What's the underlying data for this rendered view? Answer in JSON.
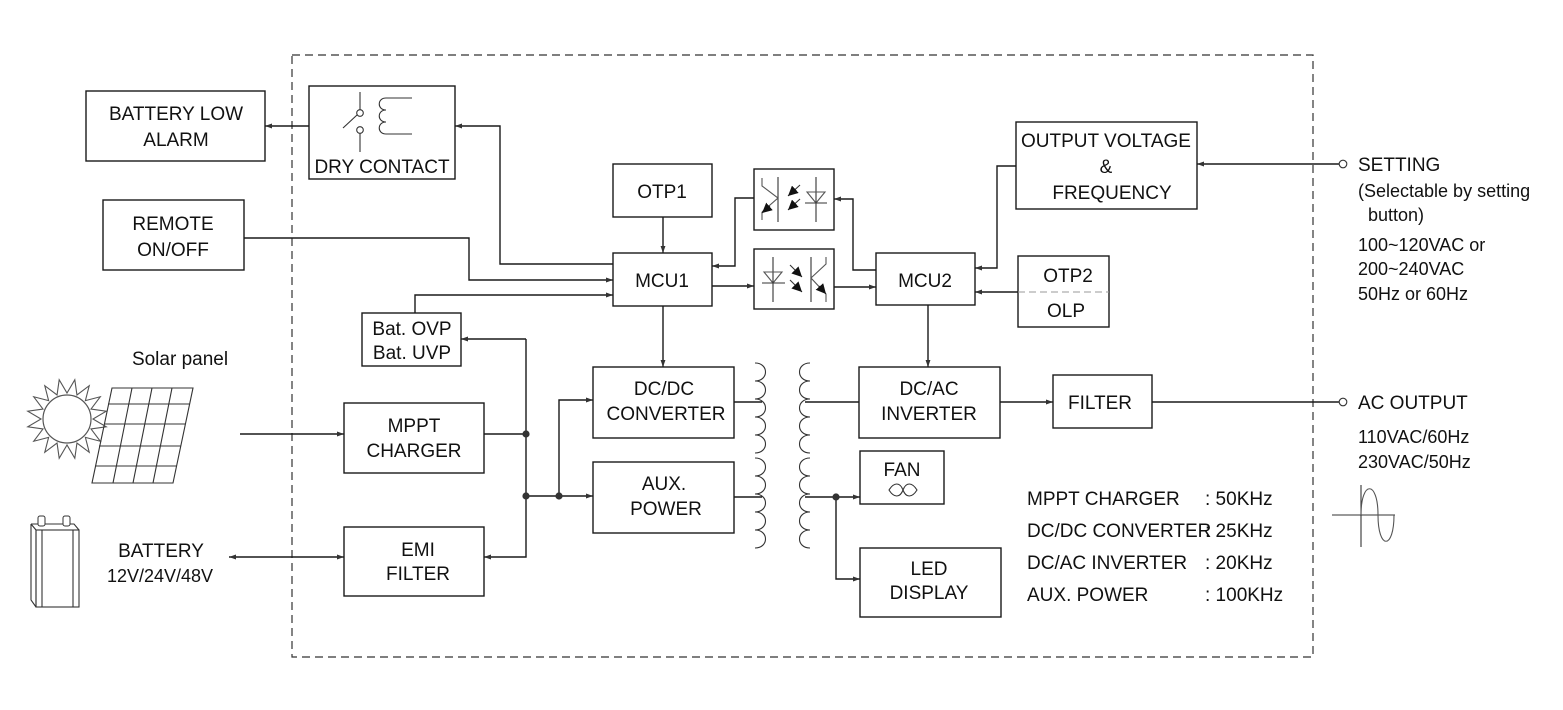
{
  "blocks": {
    "battery_low_alarm": [
      "BATTERY LOW",
      "ALARM"
    ],
    "dry_contact": "DRY CONTACT",
    "remote_on_off": [
      "REMOTE",
      "ON/OFF"
    ],
    "otp1": "OTP1",
    "mcu1": "MCU1",
    "mcu2": "MCU2",
    "output_voltage_frequency": [
      "OUTPUT VOLTAGE",
      "&",
      "FREQUENCY"
    ],
    "otp2": "OTP2",
    "olp": "OLP",
    "bat_protection": [
      "Bat. OVP",
      "Bat. UVP"
    ],
    "mppt_charger": [
      "MPPT",
      "CHARGER"
    ],
    "emi_filter": [
      "EMI",
      "FILTER"
    ],
    "dc_dc_converter": [
      "DC/DC",
      "CONVERTER"
    ],
    "aux_power": [
      "AUX.",
      "POWER"
    ],
    "dc_ac_inverter": [
      "DC/AC",
      "INVERTER"
    ],
    "fan": "FAN",
    "led_display": [
      "LED",
      "DISPLAY"
    ],
    "filter": "FILTER"
  },
  "external": {
    "solar_panel": "Solar panel",
    "battery": [
      "BATTERY",
      "12V/24V/48V"
    ],
    "setting": {
      "title": "SETTING",
      "note": [
        "(Selectable by setting",
        "button)"
      ],
      "options": [
        "100~120VAC or",
        "200~240VAC",
        "50Hz or 60Hz"
      ]
    },
    "ac_output": {
      "title": "AC OUTPUT",
      "options": [
        "110VAC/60Hz",
        "230VAC/50Hz"
      ]
    }
  },
  "frequencies": [
    {
      "label": "MPPT CHARGER",
      "value": ": 50KHz"
    },
    {
      "label": "DC/DC CONVERTER",
      "value": ": 25KHz"
    },
    {
      "label": "DC/AC INVERTER",
      "value": ": 20KHz"
    },
    {
      "label": "AUX. POWER",
      "value": ": 100KHz"
    }
  ],
  "colors": {
    "line": "#1a1a1a",
    "background": "#ffffff"
  }
}
